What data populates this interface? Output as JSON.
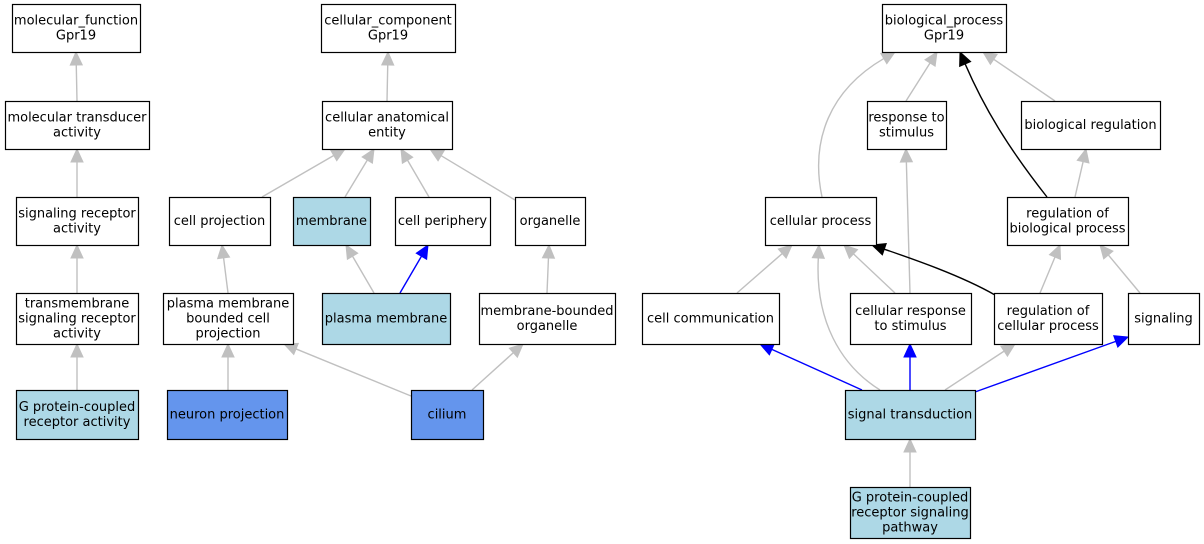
{
  "colors": {
    "white": "#ffffff",
    "light_blue": "#add8e6",
    "cornflower_blue": "#6495ed",
    "edge_gray": "#c0c0c0",
    "edge_blue": "#0000ff",
    "edge_black": "#000000",
    "border": "#000000"
  },
  "nodes": [
    {
      "id": "mf_root",
      "lines": [
        "molecular_function",
        "Gpr19"
      ],
      "fill": "white"
    },
    {
      "id": "mol_transducer",
      "lines": [
        "molecular transducer",
        "activity"
      ],
      "fill": "white"
    },
    {
      "id": "sig_receptor",
      "lines": [
        "signaling receptor",
        "activity"
      ],
      "fill": "white"
    },
    {
      "id": "tm_sig_receptor",
      "lines": [
        "transmembrane",
        "signaling receptor",
        "activity"
      ],
      "fill": "white"
    },
    {
      "id": "gpcr_activity",
      "lines": [
        "G protein-coupled",
        "receptor activity"
      ],
      "fill": "light_blue"
    },
    {
      "id": "cc_root",
      "lines": [
        "cellular_component",
        "Gpr19"
      ],
      "fill": "white"
    },
    {
      "id": "cell_anat_entity",
      "lines": [
        "cellular anatomical",
        "entity"
      ],
      "fill": "white"
    },
    {
      "id": "cell_projection",
      "lines": [
        "cell projection"
      ],
      "fill": "white"
    },
    {
      "id": "membrane",
      "lines": [
        "membrane"
      ],
      "fill": "light_blue"
    },
    {
      "id": "cell_periphery",
      "lines": [
        "cell periphery"
      ],
      "fill": "white"
    },
    {
      "id": "organelle",
      "lines": [
        "organelle"
      ],
      "fill": "white"
    },
    {
      "id": "pm_bounded_proj",
      "lines": [
        "plasma membrane",
        "bounded cell",
        "projection"
      ],
      "fill": "white"
    },
    {
      "id": "plasma_membrane",
      "lines": [
        "plasma membrane"
      ],
      "fill": "light_blue"
    },
    {
      "id": "membrane_bounded_org",
      "lines": [
        "membrane-bounded",
        "organelle"
      ],
      "fill": "white"
    },
    {
      "id": "neuron_projection",
      "lines": [
        "neuron projection"
      ],
      "fill": "cornflower_blue"
    },
    {
      "id": "cilium",
      "lines": [
        "cilium"
      ],
      "fill": "cornflower_blue"
    },
    {
      "id": "bp_root",
      "lines": [
        "biological_process",
        "Gpr19"
      ],
      "fill": "white"
    },
    {
      "id": "response_stimulus",
      "lines": [
        "response to",
        "stimulus"
      ],
      "fill": "white"
    },
    {
      "id": "bio_regulation",
      "lines": [
        "biological regulation"
      ],
      "fill": "white"
    },
    {
      "id": "cellular_process",
      "lines": [
        "cellular process"
      ],
      "fill": "white"
    },
    {
      "id": "reg_bio_process",
      "lines": [
        "regulation of",
        "biological process"
      ],
      "fill": "white"
    },
    {
      "id": "cell_communication",
      "lines": [
        "cell communication"
      ],
      "fill": "white"
    },
    {
      "id": "cell_resp_stimulus",
      "lines": [
        "cellular response",
        "to stimulus"
      ],
      "fill": "white"
    },
    {
      "id": "reg_cell_process",
      "lines": [
        "regulation of",
        "cellular process"
      ],
      "fill": "white"
    },
    {
      "id": "signaling",
      "lines": [
        "signaling"
      ],
      "fill": "white"
    },
    {
      "id": "signal_transduction",
      "lines": [
        "signal transduction"
      ],
      "fill": "light_blue"
    },
    {
      "id": "gpcr_pathway",
      "lines": [
        "G protein-coupled",
        "receptor signaling",
        "pathway"
      ],
      "fill": "light_blue"
    }
  ],
  "edges": [
    {
      "from": "mol_transducer",
      "to": "mf_root",
      "color": "edge_gray"
    },
    {
      "from": "sig_receptor",
      "to": "mol_transducer",
      "color": "edge_gray"
    },
    {
      "from": "tm_sig_receptor",
      "to": "sig_receptor",
      "color": "edge_gray"
    },
    {
      "from": "gpcr_activity",
      "to": "tm_sig_receptor",
      "color": "edge_gray"
    },
    {
      "from": "cell_anat_entity",
      "to": "cc_root",
      "color": "edge_gray"
    },
    {
      "from": "cell_projection",
      "to": "cell_anat_entity",
      "color": "edge_gray"
    },
    {
      "from": "membrane",
      "to": "cell_anat_entity",
      "color": "edge_gray"
    },
    {
      "from": "cell_periphery",
      "to": "cell_anat_entity",
      "color": "edge_gray"
    },
    {
      "from": "organelle",
      "to": "cell_anat_entity",
      "color": "edge_gray"
    },
    {
      "from": "pm_bounded_proj",
      "to": "cell_projection",
      "color": "edge_gray"
    },
    {
      "from": "plasma_membrane",
      "to": "membrane",
      "color": "edge_gray"
    },
    {
      "from": "plasma_membrane",
      "to": "cell_periphery",
      "color": "edge_blue"
    },
    {
      "from": "membrane_bounded_org",
      "to": "organelle",
      "color": "edge_gray"
    },
    {
      "from": "neuron_projection",
      "to": "pm_bounded_proj",
      "color": "edge_gray"
    },
    {
      "from": "cilium",
      "to": "pm_bounded_proj",
      "color": "edge_gray"
    },
    {
      "from": "cilium",
      "to": "membrane_bounded_org",
      "color": "edge_gray"
    },
    {
      "from": "response_stimulus",
      "to": "bp_root",
      "color": "edge_gray"
    },
    {
      "from": "bio_regulation",
      "to": "bp_root",
      "color": "edge_gray"
    },
    {
      "from": "cellular_process",
      "to": "bp_root",
      "color": "edge_gray"
    },
    {
      "from": "reg_bio_process",
      "to": "bp_root",
      "color": "edge_black"
    },
    {
      "from": "reg_bio_process",
      "to": "bio_regulation",
      "color": "edge_gray"
    },
    {
      "from": "cell_communication",
      "to": "cellular_process",
      "color": "edge_gray"
    },
    {
      "from": "cell_resp_stimulus",
      "to": "cellular_process",
      "color": "edge_gray"
    },
    {
      "from": "cell_resp_stimulus",
      "to": "response_stimulus",
      "color": "edge_gray"
    },
    {
      "from": "reg_cell_process",
      "to": "cellular_process",
      "color": "edge_black"
    },
    {
      "from": "reg_cell_process",
      "to": "reg_bio_process",
      "color": "edge_gray"
    },
    {
      "from": "signaling",
      "to": "reg_bio_process",
      "color": "edge_gray"
    },
    {
      "from": "signal_transduction",
      "to": "cell_communication",
      "color": "edge_blue"
    },
    {
      "from": "signal_transduction",
      "to": "cell_resp_stimulus",
      "color": "edge_blue"
    },
    {
      "from": "signal_transduction",
      "to": "reg_cell_process",
      "color": "edge_gray"
    },
    {
      "from": "signal_transduction",
      "to": "signaling",
      "color": "edge_blue"
    },
    {
      "from": "signal_transduction",
      "to": "cellular_process",
      "color": "edge_gray"
    },
    {
      "from": "gpcr_pathway",
      "to": "signal_transduction",
      "color": "edge_gray"
    }
  ]
}
